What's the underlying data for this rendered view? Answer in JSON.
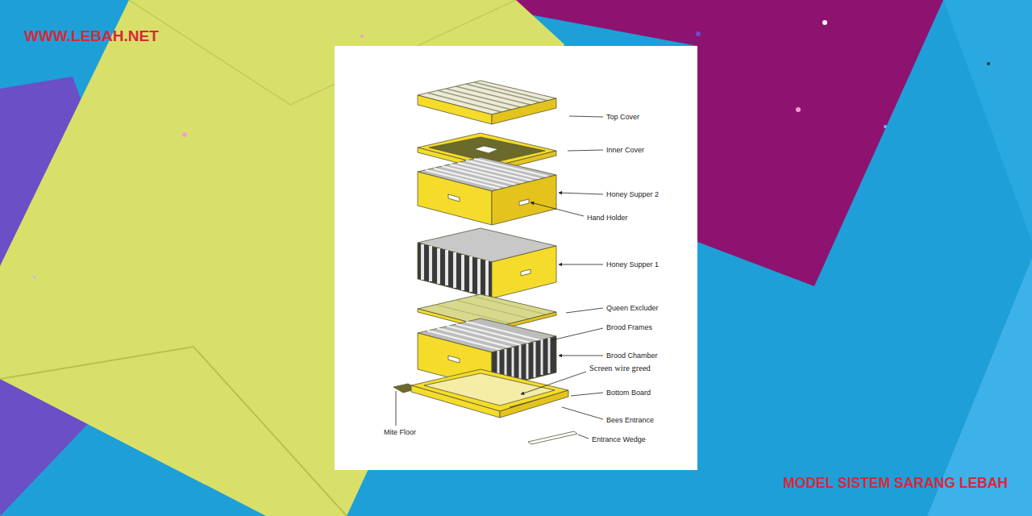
{
  "diagram": {
    "caption": "MODEL SISTEM SARANG LEBAH",
    "labels": [
      "WWW.LEBAH.NET",
      "Top Cover",
      "Inner Cover",
      "Honey Supper 2",
      "Hand Holder",
      "Honey Supper 1",
      "Queen Excluder",
      "Brood Frames",
      "Brood Chamber",
      "Screen wire greed",
      "Bottom Board",
      "Bees Entrance",
      "Mite Floor",
      "Entrance Wedge"
    ]
  }
}
